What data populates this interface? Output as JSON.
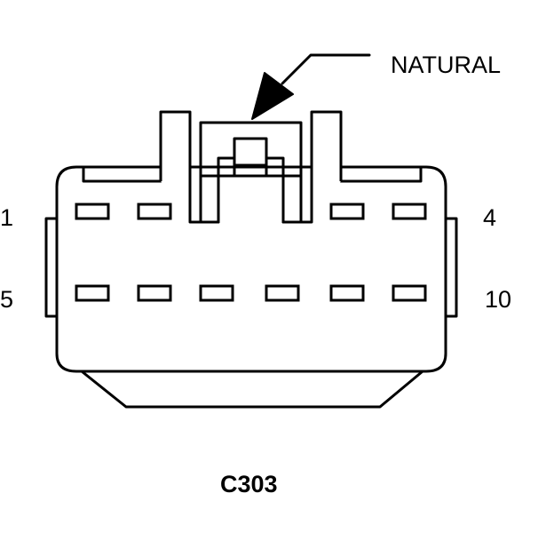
{
  "callout": {
    "label": "NATURAL"
  },
  "pins": {
    "top_left": "1",
    "top_right": "4",
    "bottom_left": "5",
    "bottom_right": "10"
  },
  "connector": {
    "name": "C303"
  },
  "colors": {
    "line": "#000000",
    "background": "#ffffff"
  }
}
